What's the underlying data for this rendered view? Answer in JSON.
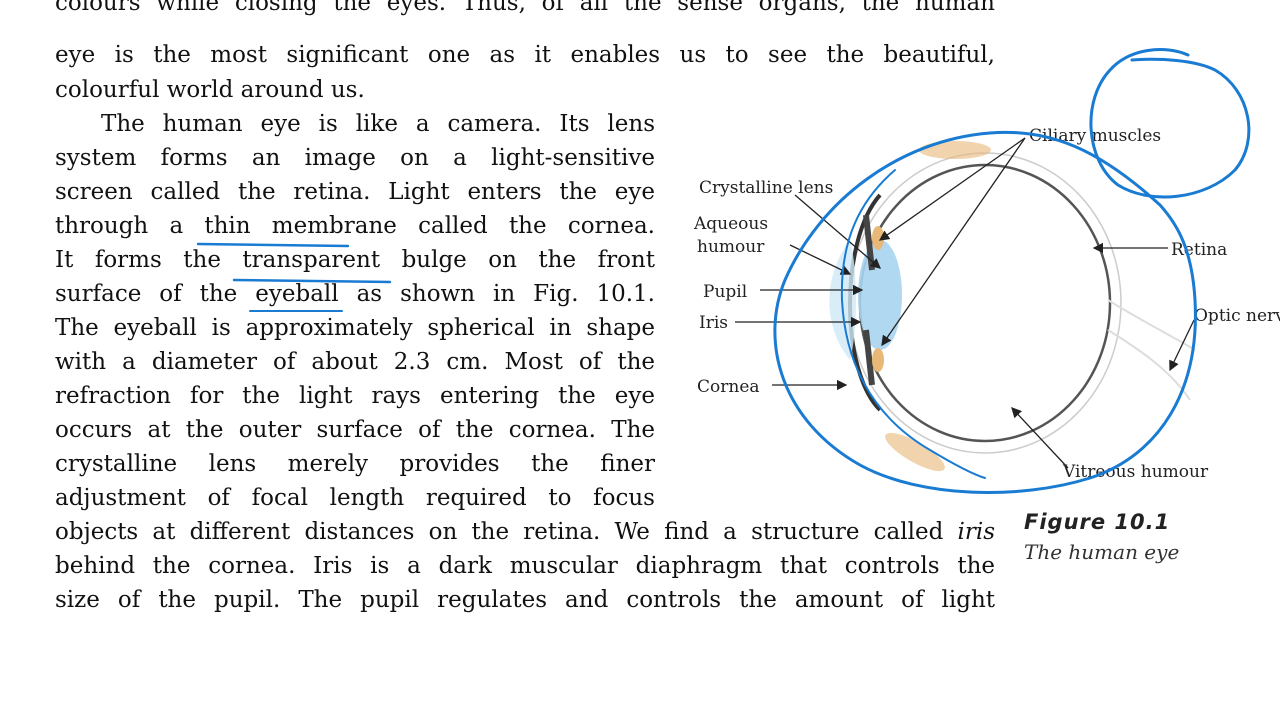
{
  "text": {
    "lines": [
      "colours while closing the eyes. Thus, of all the sense organs, the human",
      "eye is the most significant one as it enables us to see the beautiful,",
      "colourful world around us.",
      "The human eye is like a camera.  Its lens",
      "system forms an image on a light-sensitive",
      "screen called the retina. Light enters the eye",
      "through a thin membrane called the cornea.",
      "It forms the transparent bulge on the front",
      "surface of the eyeball as shown in Fig. 10.1.",
      "The eyeball is approximately spherical in shape",
      "with a diameter of about 2.3 cm. Most of the",
      "refraction for the light rays entering the eye",
      "occurs at the outer surface of the cornea. The",
      "crystalline lens merely provides the finer",
      "adjustment of focal length required to focus",
      "behind the cornea. Iris is a dark muscular diaphragm that controls the",
      "size of the pupil.  The pupil regulates and controls the amount of light"
    ],
    "iris_line_before": "objects at different distances on the retina. We find a structure called ",
    "iris_line_italic": "iris"
  },
  "diagram": {
    "labels": {
      "ciliary": "Ciliary muscles",
      "crystalline": "Crystalline lens",
      "aqueous1": "Aqueous",
      "aqueous2": "humour",
      "retina": "Retina",
      "pupil": "Pupil",
      "iris": "Iris",
      "optic": "Optic nerve",
      "cornea": "Cornea",
      "vitreous": "Vitreous humour"
    }
  },
  "caption": {
    "title": "Figure  10.1",
    "subtitle": "The human eye"
  },
  "colors": {
    "ink": "#1a7bd2",
    "lens": "#a9d4ef",
    "muscle": "#e8b878"
  }
}
